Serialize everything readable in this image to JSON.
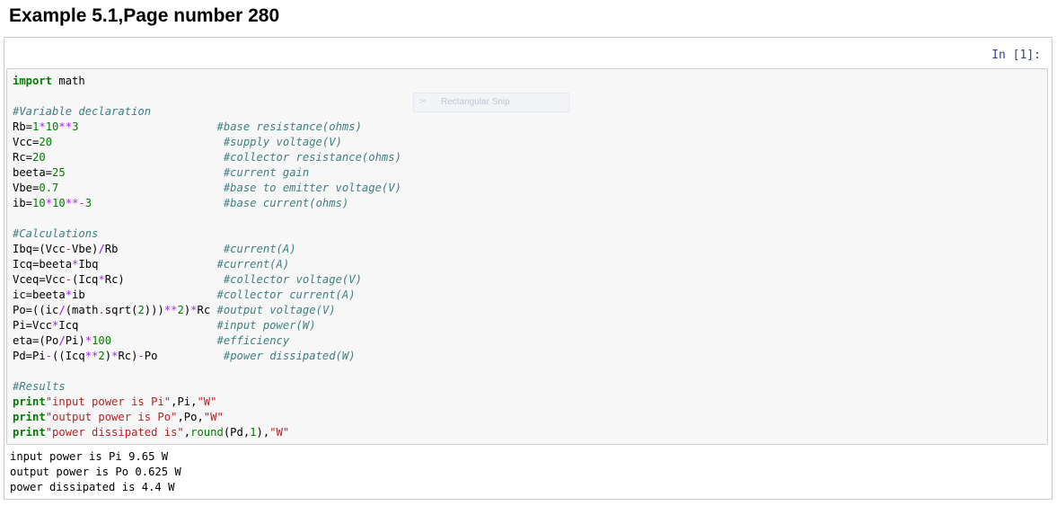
{
  "page": {
    "title": "Example 5.1,Page number 280"
  },
  "cell": {
    "prompt": "In [1]:",
    "overlay_label": "Rectangular Snip",
    "code": {
      "l1_kw": "import",
      "l1_rest": " math",
      "l3": "#Variable declaration",
      "l4_a": "Rb=",
      "l4_n1": "1",
      "l4_o1": "*",
      "l4_n2": "10",
      "l4_o2": "**",
      "l4_n3": "3",
      "l4_pad": "                     ",
      "l4_c": "#base resistance(ohms)",
      "l5_a": "Vcc=",
      "l5_n1": "20",
      "l5_pad": "                          ",
      "l5_c": "#supply voltage(V)",
      "l6_a": "Rc=",
      "l6_n1": "20",
      "l6_pad": "                           ",
      "l6_c": "#collector resistance(ohms)",
      "l7_a": "beeta=",
      "l7_n1": "25",
      "l7_pad": "                        ",
      "l7_c": "#current gain",
      "l8_a": "Vbe=",
      "l8_n1": "0.7",
      "l8_pad": "                         ",
      "l8_c": "#base to emitter voltage(V)",
      "l9_a": "ib=",
      "l9_n1": "10",
      "l9_o1": "*",
      "l9_n2": "10",
      "l9_o2": "**-",
      "l9_n3": "3",
      "l9_pad": "                    ",
      "l9_c": "#base current(ohms)",
      "l11": "#Calculations",
      "l12_a": "Ibq=(Vcc",
      "l12_o1": "-",
      "l12_b": "Vbe)",
      "l12_o2": "/",
      "l12_c1": "Rb",
      "l12_pad": "                ",
      "l12_c": "#current(A)",
      "l13_a": "Icq=beeta",
      "l13_o1": "*",
      "l13_b": "Ibq",
      "l13_pad": "                  ",
      "l13_c": "#current(A)",
      "l14_a": "Vceq=Vcc",
      "l14_o1": "-",
      "l14_b": "(Icq",
      "l14_o2": "*",
      "l14_c1": "Rc)",
      "l14_pad": "               ",
      "l14_c": "#collector voltage(V)",
      "l15_a": "ic=beeta",
      "l15_o1": "*",
      "l15_b": "ib",
      "l15_pad": "                    ",
      "l15_c": "#collector current(A)",
      "l16_a": "Po=((ic",
      "l16_o1": "/",
      "l16_b": "(math",
      "l16_o2": ".",
      "l16_c1": "sqrt(",
      "l16_n1": "2",
      "l16_d": ")))",
      "l16_o3": "**",
      "l16_n2": "2",
      "l16_e": ")",
      "l16_o4": "*",
      "l16_f": "Rc",
      "l16_pad": " ",
      "l16_c": "#output voltage(V)",
      "l17_a": "Pi=Vcc",
      "l17_o1": "*",
      "l17_b": "Icq",
      "l17_pad": "                     ",
      "l17_c": "#input power(W)",
      "l18_a": "eta=(Po",
      "l18_o1": "/",
      "l18_b": "Pi)",
      "l18_o2": "*",
      "l18_n1": "100",
      "l18_pad": "                ",
      "l18_c": "#efficiency",
      "l19_a": "Pd=Pi",
      "l19_o1": "-",
      "l19_b": "((Icq",
      "l19_o2": "**",
      "l19_n1": "2",
      "l19_c1": ")",
      "l19_o3": "*",
      "l19_d": "Rc)",
      "l19_o4": "-",
      "l19_e": "Po",
      "l19_pad": "          ",
      "l19_c": "#power dissipated(W)",
      "l21": "#Results",
      "l22_kw": "print",
      "l22_s": "\"input power is Pi\"",
      "l22_r": ",Pi,",
      "l22_s2": "\"W\"",
      "l23_kw": "print",
      "l23_s": "\"output power is Po\"",
      "l23_r": ",Po,",
      "l23_s2": "\"W\"",
      "l24_kw": "print",
      "l24_s": "\"power dissipated is\"",
      "l24_r1": ",",
      "l24_bi": "round",
      "l24_r2": "(Pd,",
      "l24_n": "1",
      "l24_r3": "),",
      "l24_s2": "\"W\""
    },
    "output": [
      "input power is Pi 9.65 W",
      "output power is Po 0.625 W",
      "power dissipated is 4.4 W"
    ]
  }
}
